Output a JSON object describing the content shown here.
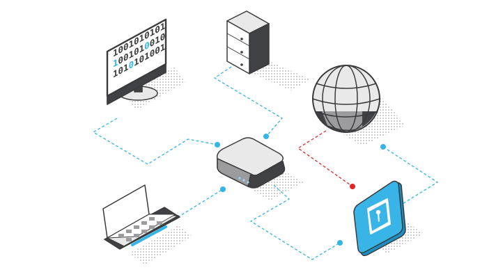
{
  "monitor": {
    "screen_rows": [
      "1001010101",
      "1001010010",
      "1010101001"
    ],
    "accent_bits": [
      [
        1,
        0
      ],
      [
        1,
        6
      ],
      [
        2,
        3
      ]
    ]
  },
  "colors": {
    "background": "#ffffff",
    "outline": "#3a3a3a",
    "light_fill": "#e9e9ea",
    "dark_fill": "#3f4145",
    "link_blue": "#33b5e5",
    "link_red": "#e1262a",
    "lock_blue": "#39b4e6"
  },
  "nodes": [
    {
      "id": "monitor",
      "kind": "desktop-monitor"
    },
    {
      "id": "server",
      "kind": "server-tower"
    },
    {
      "id": "globe",
      "kind": "internet-globe"
    },
    {
      "id": "router",
      "kind": "network-router"
    },
    {
      "id": "laptop",
      "kind": "laptop"
    },
    {
      "id": "lock-app",
      "kind": "security-app"
    }
  ],
  "links": [
    {
      "from": "monitor",
      "to": "router",
      "style": "dashed-blue"
    },
    {
      "from": "server",
      "to": "router",
      "style": "dashed-blue"
    },
    {
      "from": "laptop",
      "to": "router",
      "style": "dashed-blue"
    },
    {
      "from": "router",
      "to": "lock-app",
      "style": "dashed-blue"
    },
    {
      "from": "globe",
      "to": "lock-app",
      "style": "dashed-red"
    },
    {
      "from": "globe",
      "to": "lock-app",
      "style": "dashed-blue"
    }
  ]
}
